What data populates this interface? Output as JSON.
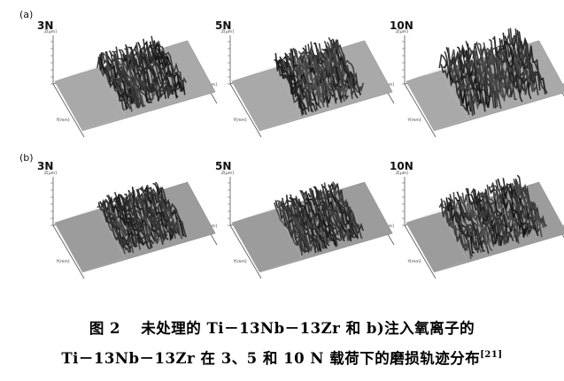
{
  "figure": {
    "rows": [
      {
        "label": "(a)",
        "panels": [
          {
            "load": "3N"
          },
          {
            "load": "5N"
          },
          {
            "load": "10N"
          }
        ]
      },
      {
        "label": "(b)",
        "panels": [
          {
            "load": "3N"
          },
          {
            "load": "5N"
          },
          {
            "load": "10N"
          }
        ]
      }
    ],
    "axis_labels": {
      "z_unit": "Z[μm]",
      "x_unit": "X[mm]",
      "y_unit": "Y[mm]"
    }
  },
  "caption": {
    "line1": "图 2　 未处理的 Ti－13Nb－13Zr 和 b)注入氧离子的",
    "line2": "Ti－13Nb－13Zr 在 3、5 和 10 N 载荷下的磨损轨迹分布",
    "ref": "[21]"
  }
}
